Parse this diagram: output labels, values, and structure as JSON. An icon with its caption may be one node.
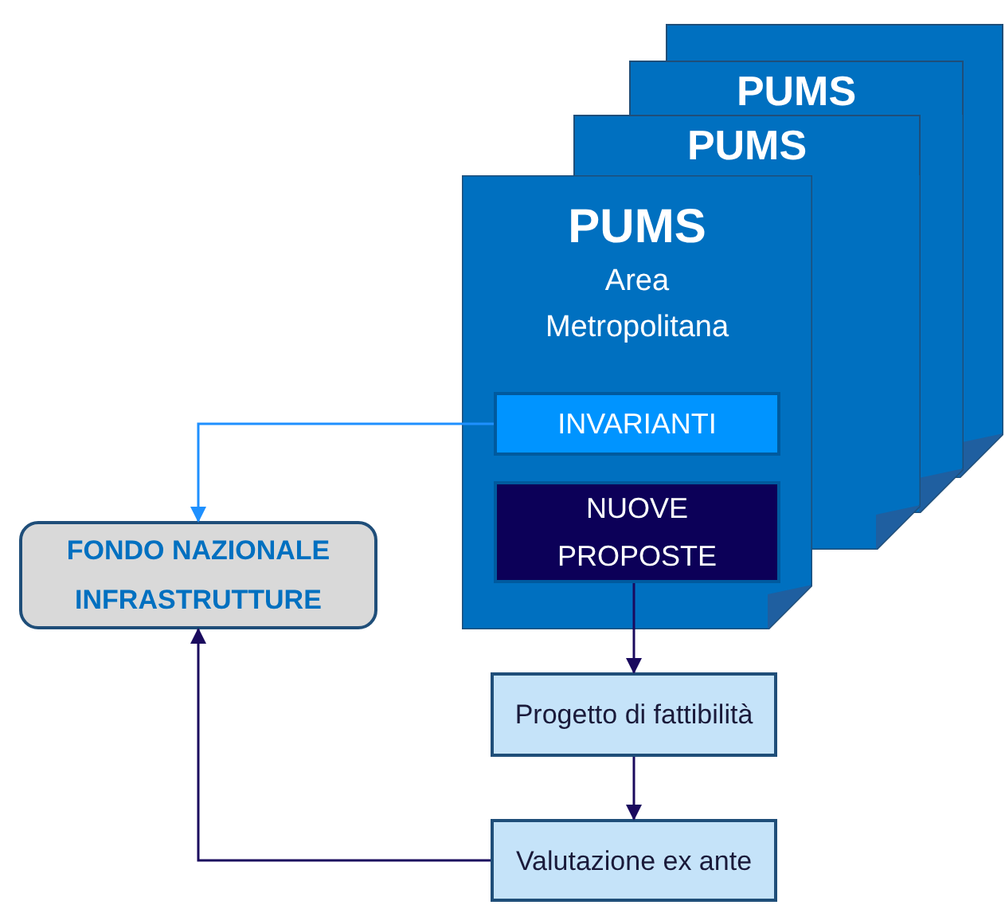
{
  "diagram": {
    "nodes": [
      {
        "text": [],
        "shape": "box"
      },
      {
        "text": [
          "PUMS"
        ]
      },
      {
        "text": [
          "PUMS"
        ]
      },
      {
        "text": [
          "PUMS",
          "Area Metropolitana"
        ]
      },
      {
        "text": [
          "INVARIANTI"
        ],
        "in": 3
      },
      {
        "text": [
          "NUOVE PROPOSTE"
        ],
        "in": 3
      },
      {
        "text": [
          "FONDO NAZIONALE INFRASTRUTTURE"
        ]
      },
      {
        "text": [
          "Progetto di fattibilità"
        ]
      },
      {
        "text": [
          "Valutazione ex ante"
        ]
      }
    ],
    "edges": [
      {
        "from": 4,
        "to": 6,
        "arrow": "to",
        "color": "#1e90ff"
      },
      {
        "from": 5,
        "to": 7,
        "arrow": "to"
      },
      {
        "from": 7,
        "to": 8,
        "arrow": "to"
      },
      {
        "from": 8,
        "to": 6,
        "arrow": "to"
      }
    ]
  }
}
